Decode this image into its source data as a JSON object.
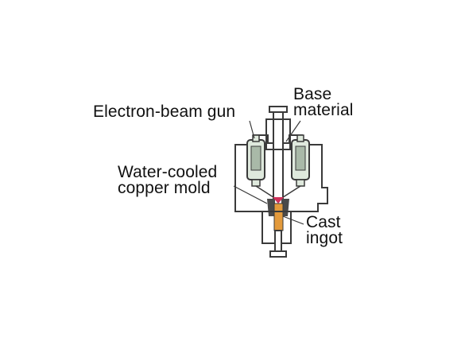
{
  "labels": {
    "electron_beam_gun": "Electron-beam gun",
    "base_material": [
      "Base",
      "material"
    ],
    "water_cooled_mold": [
      "Water-cooled",
      "copper mold"
    ],
    "cast_ingot": [
      "Cast",
      "ingot"
    ]
  },
  "colors": {
    "outline": "#3a3a3a",
    "gun_fill": "#dfe9dd",
    "gun_shade": "#a9b9a8",
    "mold_fill": "#4a4a4a",
    "ingot_fill": "#e39a3c",
    "beam_tip": "#d0305a",
    "background": "#ffffff"
  }
}
